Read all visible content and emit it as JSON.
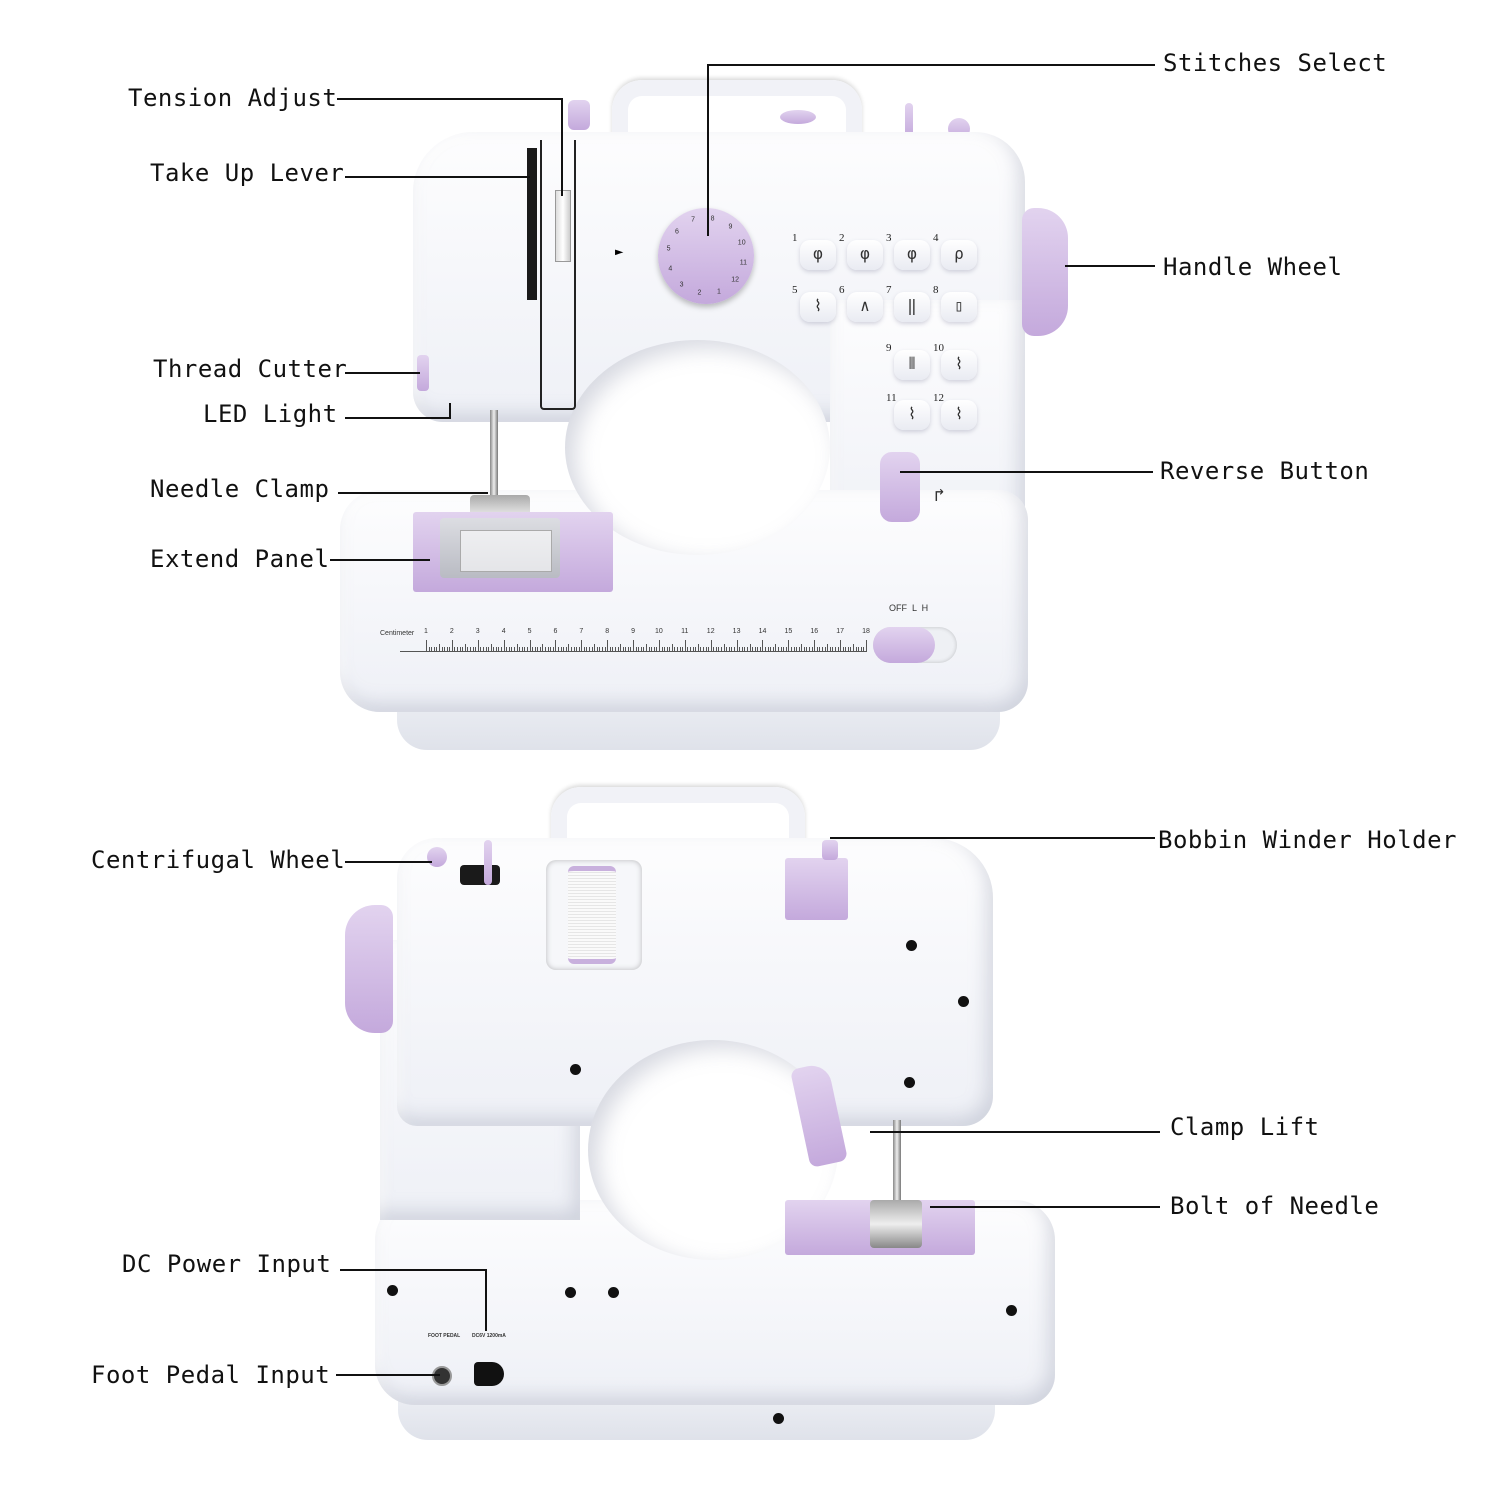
{
  "labels": {
    "stitches_select": "Stitches Select",
    "tension_adjust": "Tension Adjust",
    "take_up_lever": "Take Up Lever",
    "handle_wheel": "Handle Wheel",
    "thread_cutter": "Thread Cutter",
    "led_light": "LED Light",
    "needle_clamp": "Needle Clamp",
    "reverse_button": "Reverse Button",
    "extend_panel": "Extend Panel",
    "centrifugal_wheel": "Centrifugal Wheel",
    "bobbin_winder_holder": "Bobbin Winder Holder",
    "clamp_lift": "Clamp Lift",
    "bolt_of_needle": "Bolt of Needle",
    "dc_power_input": "DC Power Input",
    "foot_pedal_input": "Foot Pedal Input"
  },
  "machine_front": {
    "switch_label": "OFF  L  H",
    "ruler_label": "Centimeter",
    "ruler_numbers": [
      "1",
      "2",
      "3",
      "4",
      "5",
      "6",
      "7",
      "8",
      "9",
      "10",
      "11",
      "12",
      "13",
      "14",
      "15",
      "16",
      "17",
      "18"
    ],
    "stitch_numbers": [
      "1",
      "2",
      "3",
      "4",
      "5",
      "6",
      "7",
      "8",
      "9",
      "10",
      "11",
      "12"
    ],
    "dial_numbers": [
      "8",
      "9",
      "10",
      "11",
      "12",
      "1",
      "2",
      "3",
      "4",
      "5",
      "6",
      "7"
    ]
  },
  "machine_back": {
    "foot_pedal_text": "FOOT PEDAL",
    "dc_text": "DC6V 1200mA"
  },
  "colors": {
    "accent": "#c8b0dd",
    "body": "#f4f5f9",
    "line": "#111111"
  }
}
